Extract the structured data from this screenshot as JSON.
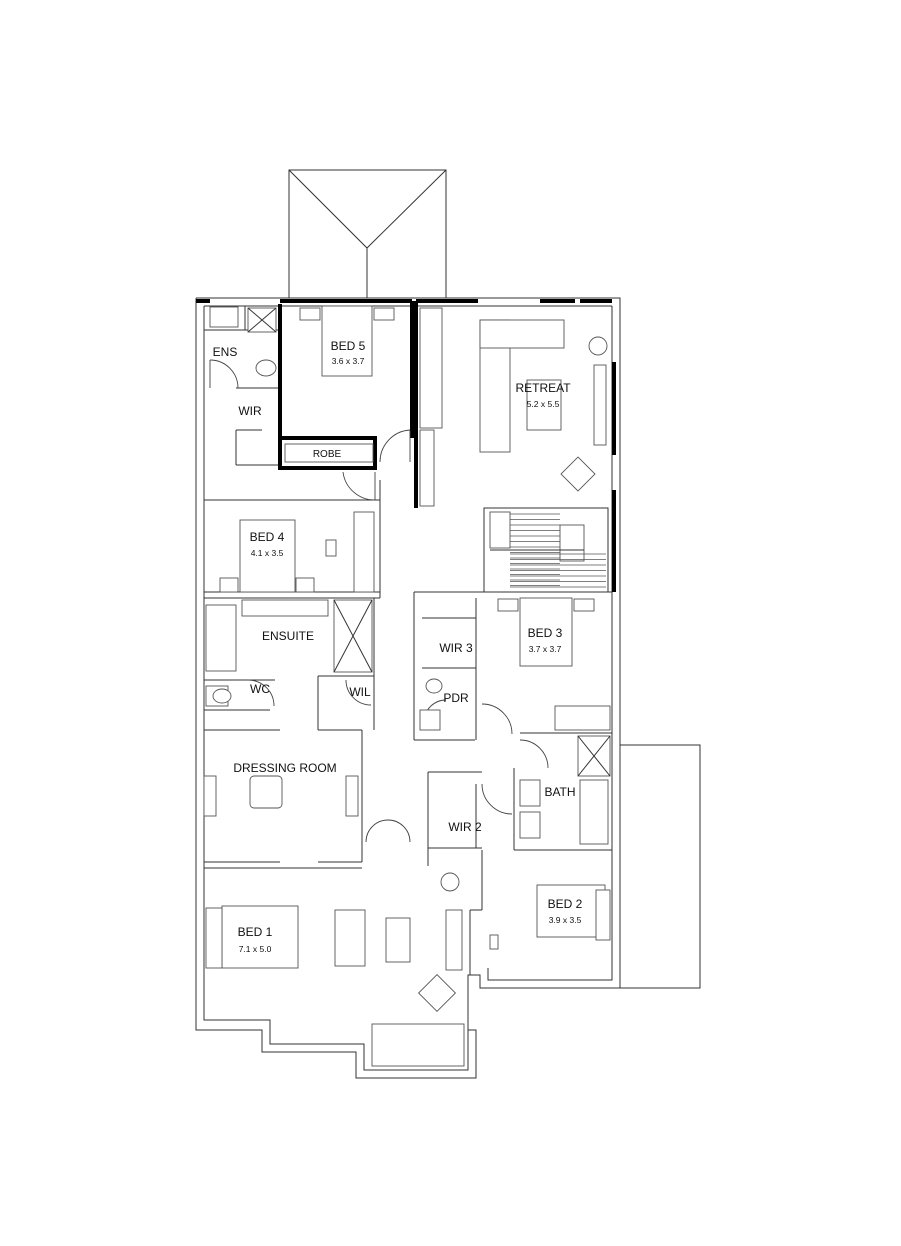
{
  "rooms": {
    "bed5": {
      "name": "BED 5",
      "dims": "3.6 x 3.7"
    },
    "ens": {
      "name": "ENS"
    },
    "wir_top": {
      "name": "WIR"
    },
    "robe": {
      "name": "ROBE"
    },
    "retreat": {
      "name": "RETREAT",
      "dims": "5.2 x 5.5"
    },
    "bed4": {
      "name": "BED 4",
      "dims": "4.1 x 3.5"
    },
    "ensuite": {
      "name": "ENSUITE"
    },
    "wc": {
      "name": "WC"
    },
    "wil": {
      "name": "WIL"
    },
    "wir3": {
      "name": "WIR 3"
    },
    "bed3": {
      "name": "BED 3",
      "dims": "3.7 x 3.7"
    },
    "pdr": {
      "name": "PDR"
    },
    "dressing": {
      "name": "DRESSING ROOM"
    },
    "bath": {
      "name": "BATH"
    },
    "wir2": {
      "name": "WIR 2"
    },
    "bed2": {
      "name": "BED 2",
      "dims": "3.9 x 3.5"
    },
    "bed1": {
      "name": "BED 1",
      "dims": "7.1 x 5.0"
    }
  }
}
